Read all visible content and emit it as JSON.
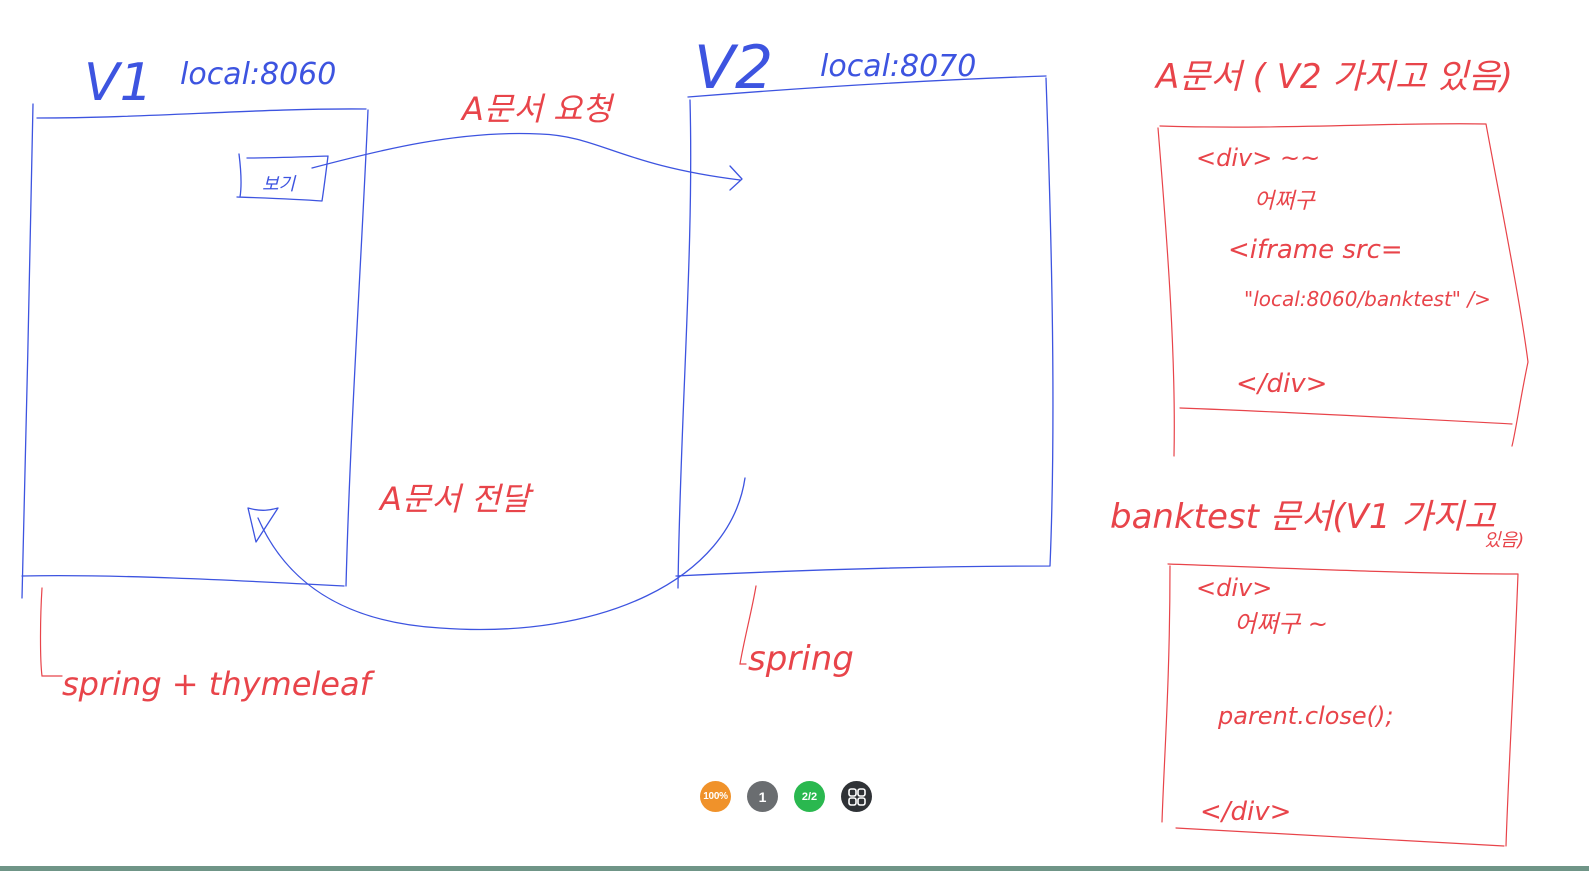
{
  "drawing": {
    "v1": {
      "title": "V1",
      "host": "local:8060",
      "button_label": "보기",
      "stack_label": "spring + thymeleaf"
    },
    "v2": {
      "title": "V2",
      "host": "local:8070",
      "stack_label": "spring"
    },
    "arrows": {
      "request_label": "A문서 요청",
      "deliver_label": "A문서 전달"
    },
    "doc_a": {
      "heading": "A문서 ( V2 가지고 있음)",
      "lines": [
        "<div> ~~",
        "어쩌구",
        "<iframe src=",
        "\"local:8060/banktest\" />",
        "</div>"
      ]
    },
    "doc_bank": {
      "heading_main": "banktest 문서(V1 가지고",
      "heading_tail": "있음)",
      "lines": [
        "<div>",
        "어쩌구 ~",
        "parent.close();",
        "</div>"
      ]
    }
  },
  "toolbar": {
    "zoom": "100%",
    "page": "1",
    "count": "2/2",
    "grid_icon": "grid-icon"
  },
  "colors": {
    "blue_ink": "#3d54e0",
    "red_ink": "#e8444a",
    "zoom_badge": "#f0922a",
    "count_badge": "#2ab84f",
    "bottom_bar": "#6f9587"
  }
}
